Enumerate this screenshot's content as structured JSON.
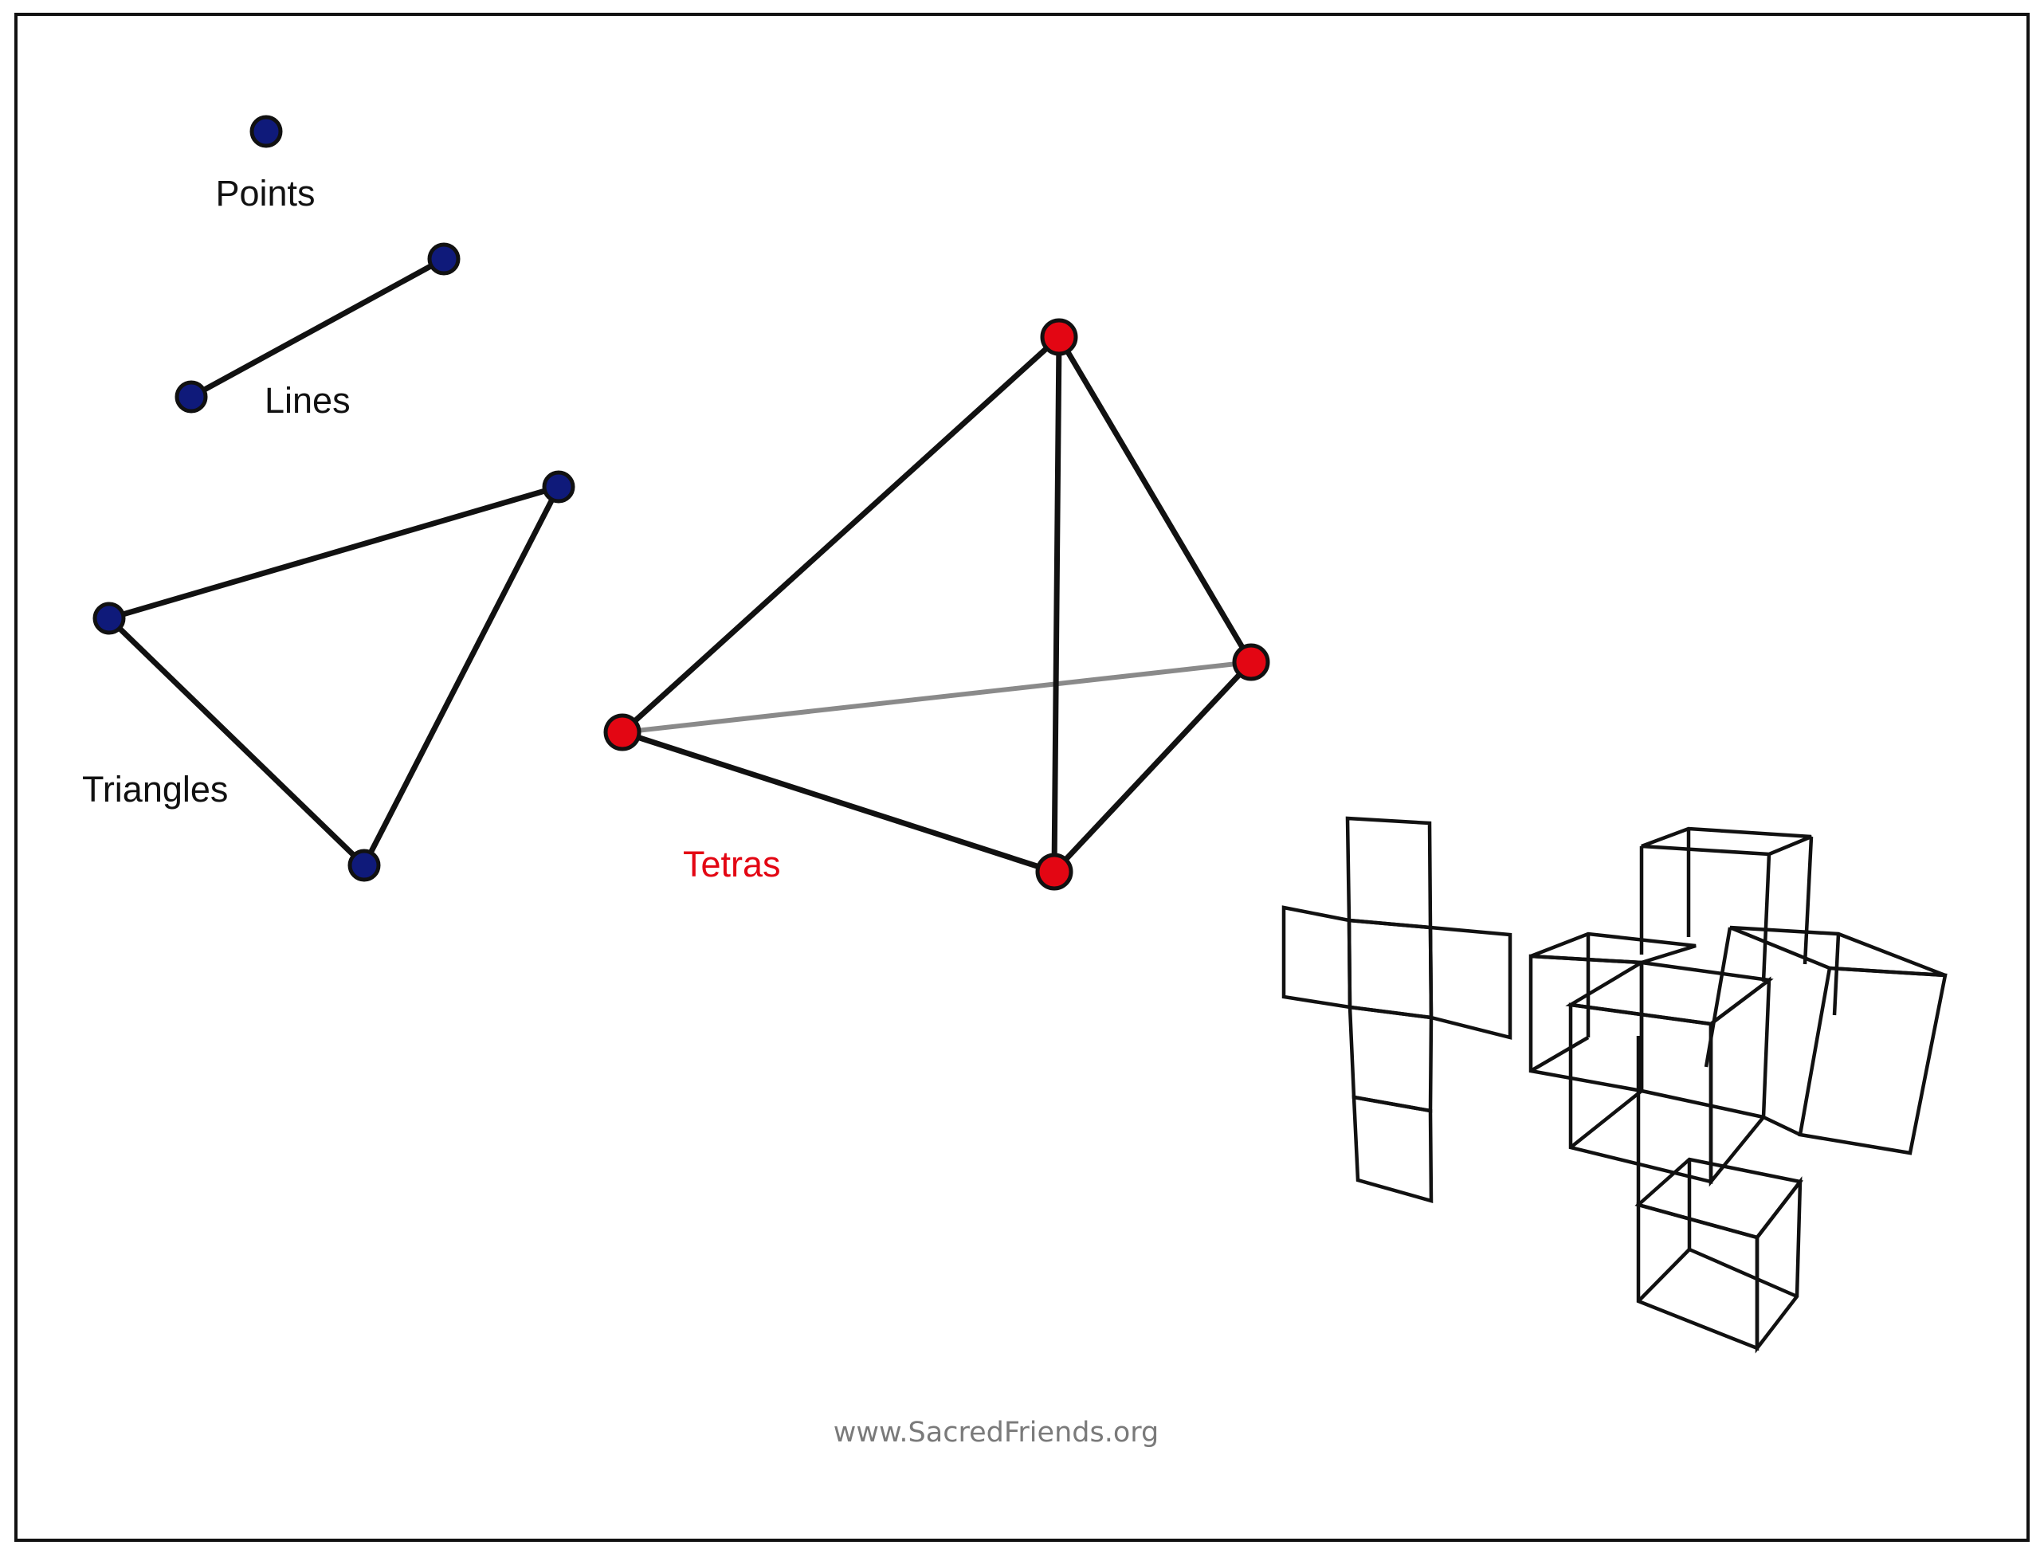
{
  "labels": {
    "points": "Points",
    "lines": "Lines",
    "triangles": "Triangles",
    "tetras": "Tetras"
  },
  "footer": "www.SacredFriends.org",
  "colors": {
    "vertex_blue": "#0f1a7a",
    "vertex_red": "#e30613",
    "label_text": "#111111",
    "tetras_label": "#e30613",
    "footer_text": "#7a7a7a",
    "hidden_edge": "#8a8a8a"
  }
}
